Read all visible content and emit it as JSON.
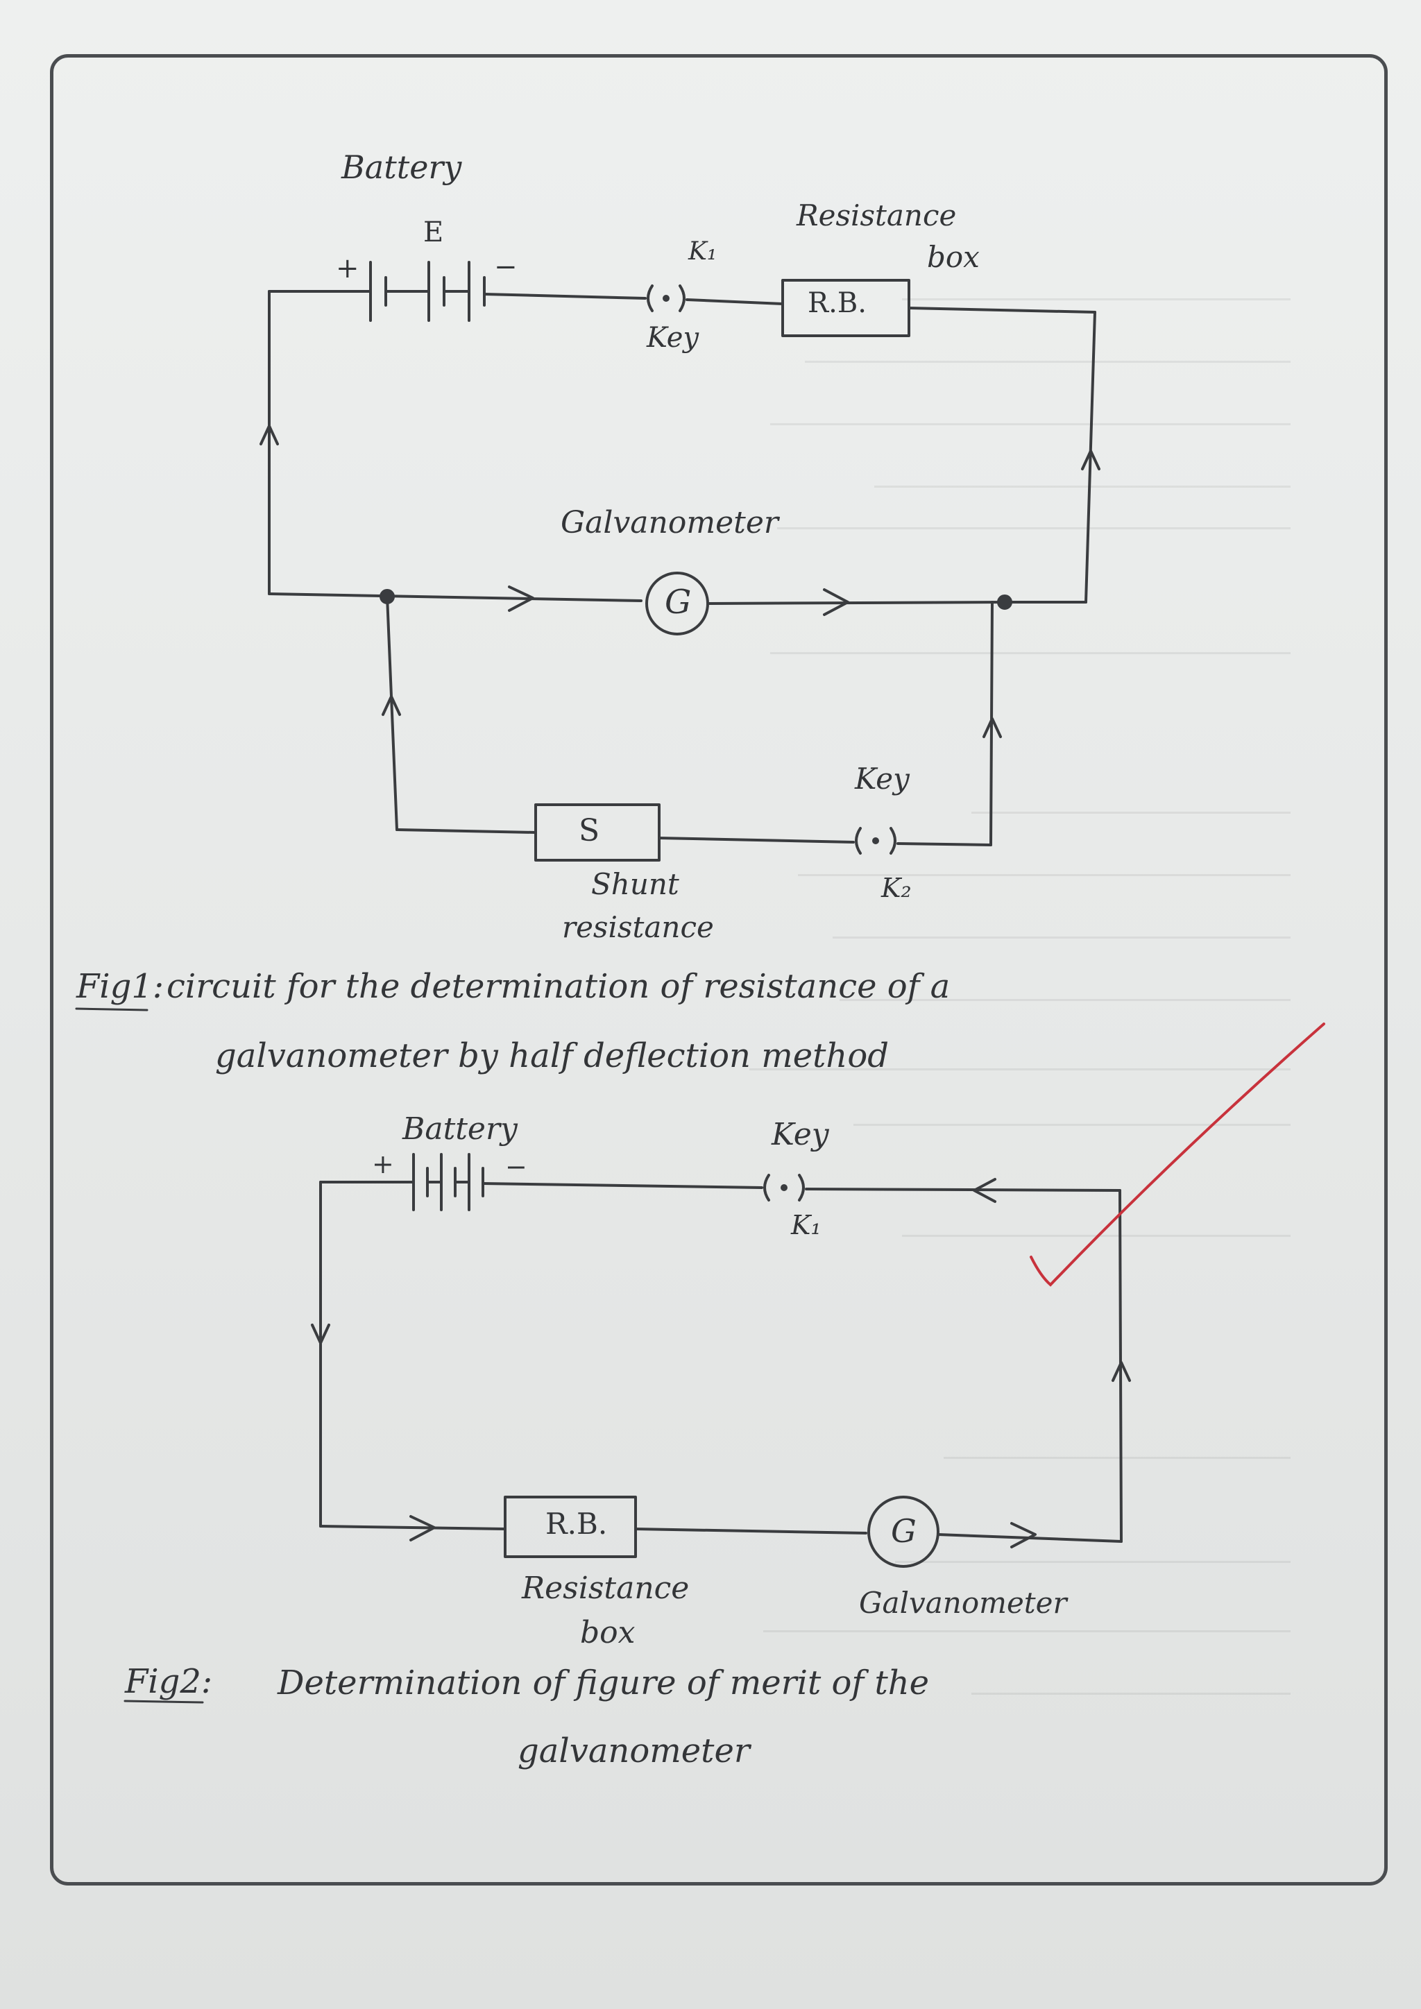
{
  "fig1": {
    "battery_label": "Battery",
    "emf_label": "E",
    "plus": "+",
    "minus": "−",
    "k1_label": "K₁",
    "key_label": "Key",
    "rb_box_label": "R.B.",
    "rb_title_line1": "Resistance",
    "rb_title_line2": "box",
    "galvanometer_label": "Galvanometer",
    "g_symbol": "G",
    "shunt_symbol": "S",
    "shunt_line1": "Shunt",
    "shunt_line2": "resistance",
    "key2_label": "Key",
    "k2_label": "K₂",
    "caption_prefix": "Fig1:",
    "caption_line1": "circuit for the determination of resistance of a",
    "caption_line2": "galvanometer by half deflection method"
  },
  "fig2": {
    "battery_label": "Battery",
    "plus": "+",
    "minus": "−",
    "key_label": "Key",
    "k1_label": "K₁",
    "rb_box_label": "R.B.",
    "rb_title_line1": "Resistance",
    "rb_title_line2": "box",
    "g_symbol": "G",
    "galvanometer_label": "Galvanometer",
    "caption_prefix": "Fig2:",
    "caption_line1": "Determination of figure of merit of the",
    "caption_line2": "galvanometer"
  },
  "colors": {
    "ink": "#3a3c3f",
    "paper": "#e8eae9",
    "frame": "#4a4d50",
    "tick": "#c8323c"
  }
}
